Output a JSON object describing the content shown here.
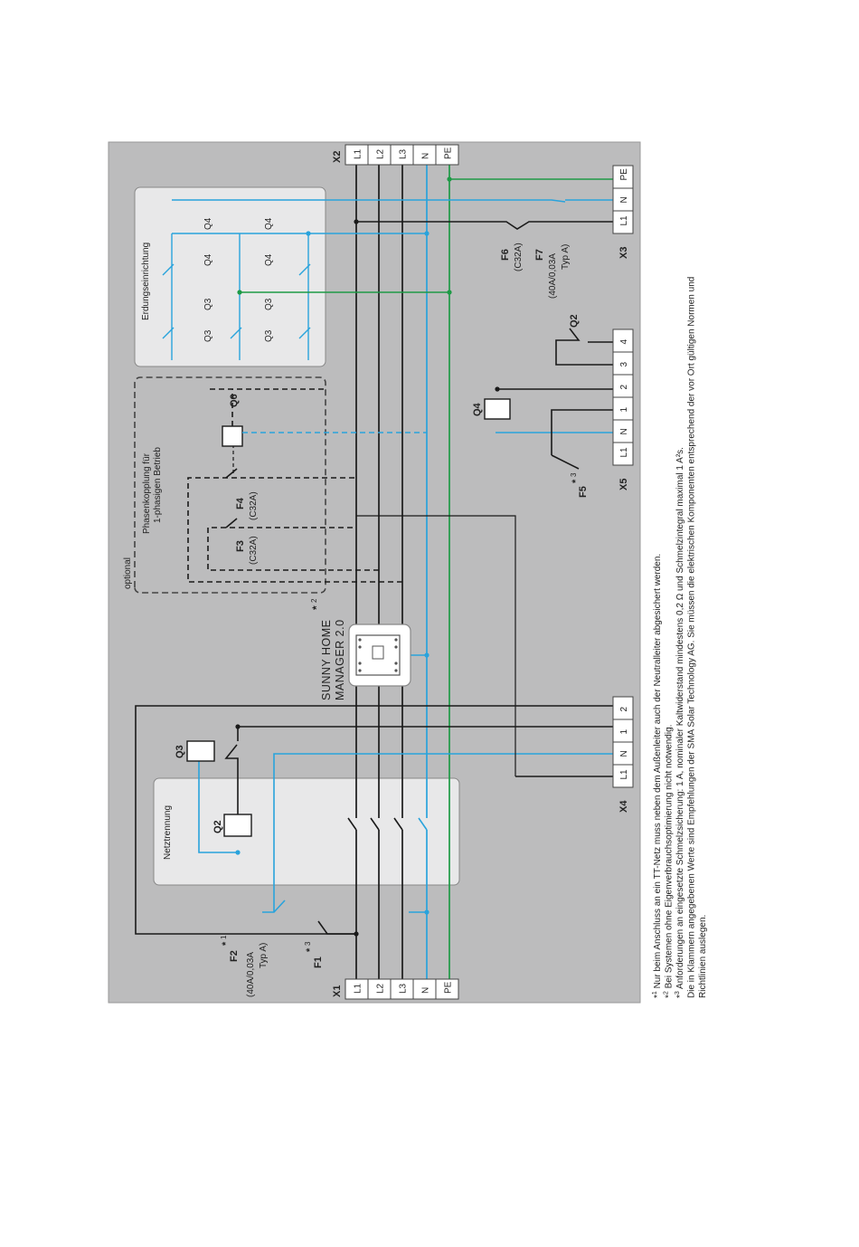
{
  "colors": {
    "panel": "#bcbcbd",
    "box": "#e8e8e9",
    "black_wire": "#1a1a1a",
    "blue_wire": "#29a3dc",
    "green_wire": "#1e9a46",
    "terminal_fill": "#ffffff",
    "muted_text": "#8a8a8a"
  },
  "terminals": {
    "x1": {
      "name": "X1",
      "pins": [
        "L1",
        "L2",
        "L3",
        "N",
        "PE"
      ]
    },
    "x2": {
      "name": "X2",
      "pins": [
        "L1",
        "L2",
        "L3",
        "N",
        "PE"
      ]
    },
    "x3": {
      "name": "X3",
      "pins": [
        "L1",
        "N",
        "PE"
      ]
    },
    "x4": {
      "name": "X4",
      "pins": [
        "L1",
        "N",
        "1",
        "2"
      ]
    },
    "x5": {
      "name": "X5",
      "pins": [
        "L1",
        "N",
        "1",
        "2",
        "3",
        "4"
      ]
    }
  },
  "boxes": {
    "netztrennung": "Netztrennung",
    "erdung": "Erdungseinrichtung",
    "phasen_line1": "Phasenkopplung für",
    "phasen_line2": "1-phasigen Betrieb",
    "optional": "optional"
  },
  "sunny": {
    "line1": "SUNNY HOME",
    "line2": "MANAGER 2.0",
    "star": "*",
    "star_num": "2"
  },
  "components": {
    "f1": {
      "name": "F1",
      "star": "*",
      "num": "3"
    },
    "f2": {
      "name": "F2",
      "star": "*",
      "num": "1",
      "line1": "(40A/0,03A",
      "line2": "Typ A)"
    },
    "f3": {
      "name": "F3",
      "line1": "(C32A)"
    },
    "f4": {
      "name": "F4",
      "line1": "(C32A)"
    },
    "f5": {
      "name": "F5",
      "star": "*",
      "num": "3"
    },
    "f6": {
      "name": "F6",
      "line1": "(C32A)"
    },
    "f7": {
      "name": "F7",
      "line1": "(40A/0,03A",
      "line2": "Typ A)"
    },
    "q2": "Q2",
    "q3": "Q3",
    "q4": "Q4",
    "q6": "Q6"
  },
  "notes": [
    {
      "mark": "*",
      "num": "1",
      "text": "Nur beim Anschluss an ein TT-Netz muss neben dem Außenleiter auch der Neutralleiter abgesichert werden."
    },
    {
      "mark": "*",
      "num": "2",
      "text": "Bei Systemen ohne Eigenverbrauchsoptimierung nicht notwendig."
    },
    {
      "mark": "*",
      "num": "3",
      "text": "Anforderungen an eingesetzte Schmelzsicherung: 1 A, nominaler Kaltwiderstand mindestens 0,2 Ω und Schmelzintegral maximal 1 A²s."
    },
    {
      "text": "Die in Klammern angegebenen Werte sind Empfehlungen der SMA Solar Technology AG. Sie müssen die elektrischen Komponenten entsprechend der vor Ort gültigen Normen und"
    },
    {
      "text": "Richtlinien auslegen."
    }
  ]
}
